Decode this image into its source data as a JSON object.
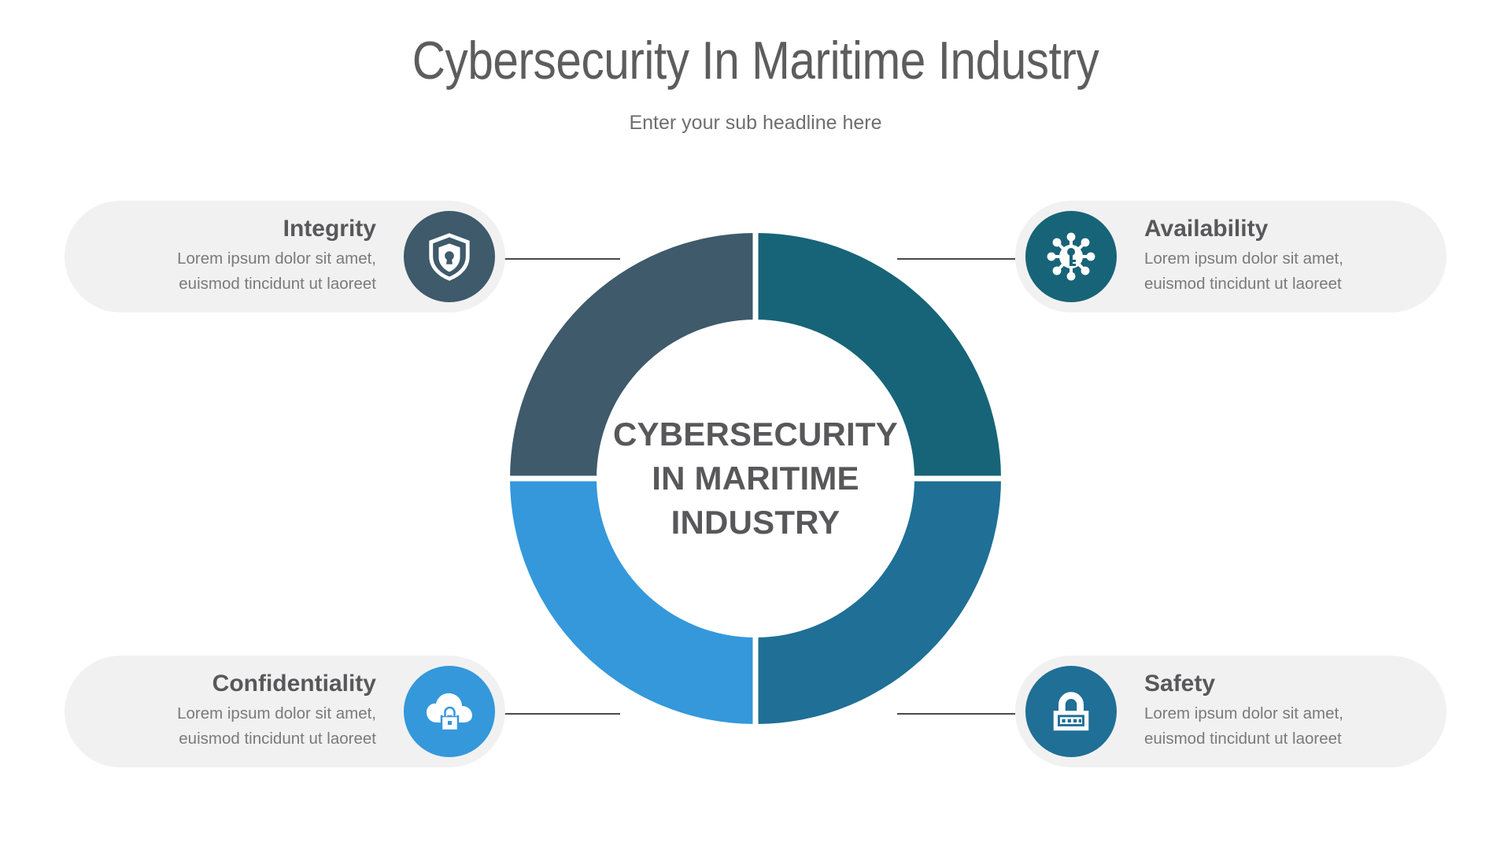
{
  "header": {
    "title": "Cybersecurity In Maritime Industry",
    "subtitle": "Enter your sub headline here"
  },
  "center": {
    "line1": "CYBERSECURITY",
    "line2": "IN MARITIME",
    "line3": "INDUSTRY"
  },
  "panels": [
    {
      "key": "integrity",
      "title": "Integrity",
      "desc_line1": "Lorem ipsum dolor sit amet,",
      "desc_line2": "euismod tincidunt ut laoreet",
      "icon": "shield-keyhole-icon",
      "color": "#3E5A6B"
    },
    {
      "key": "availability",
      "title": "Availability",
      "desc_line1": "Lorem ipsum dolor sit amet,",
      "desc_line2": "euismod tincidunt ut laoreet",
      "icon": "network-key-icon",
      "color": "#176478"
    },
    {
      "key": "confidentiality",
      "title": "Confidentiality",
      "desc_line1": "Lorem ipsum dolor sit amet,",
      "desc_line2": "euismod tincidunt ut laoreet",
      "icon": "cloud-lock-icon",
      "color": "#3498DB"
    },
    {
      "key": "safety",
      "title": "Safety",
      "desc_line1": "Lorem ipsum dolor sit amet,",
      "desc_line2": "euismod tincidunt ut laoreet",
      "icon": "combination-padlock-icon",
      "color": "#1F6F96"
    }
  ],
  "chart_data": {
    "type": "pie",
    "title": "Cybersecurity In Maritime Industry",
    "subtitle": "Enter your sub headline here",
    "shape": "donut",
    "categories": [
      "Integrity",
      "Availability",
      "Safety",
      "Confidentiality"
    ],
    "values": [
      25,
      25,
      25,
      25
    ],
    "colors": [
      "#3E5A6B",
      "#176478",
      "#1F6F96",
      "#3498DB"
    ],
    "segment_order_clockwise_from_12oclock": [
      "Availability",
      "Safety",
      "Confidentiality",
      "Integrity"
    ],
    "gap_positions_oclock": [
      12,
      3,
      6,
      9
    ],
    "legend_position": "outer-labels",
    "grid": false,
    "center_label": "CYBERSECURITY IN MARITIME INDUSTRY"
  },
  "theme": {
    "panel_background": "#F1F1F1",
    "title_color": "#5D5D5D",
    "body_color": "#7A7A7C",
    "connector_color": "#4A4A4A"
  }
}
